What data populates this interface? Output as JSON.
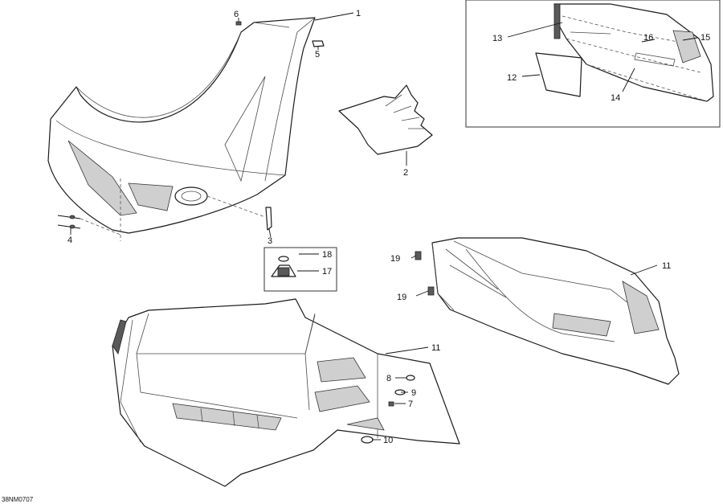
{
  "callouts": {
    "c1": "1",
    "c2": "2",
    "c3": "3",
    "c4": "4",
    "c5": "5",
    "c6": "6",
    "c7": "7",
    "c8": "8",
    "c9": "9",
    "c10": "10",
    "c11a": "11",
    "c11b": "11",
    "c12": "12",
    "c13": "13",
    "c14": "14",
    "c15": "15",
    "c16": "16",
    "c17": "17",
    "c18": "18",
    "c19a": "19",
    "c19b": "19"
  },
  "reference_code": "38NM0707"
}
